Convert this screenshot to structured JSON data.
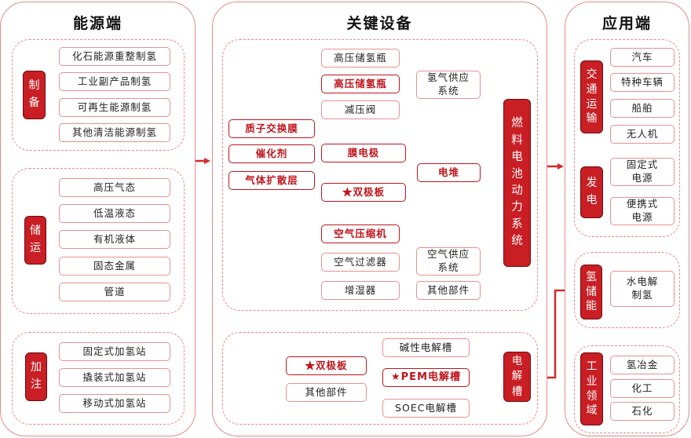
{
  "source_panel": {
    "title": "能源端",
    "production": {
      "tag": "制备",
      "items": [
        "化石能源重整制氢",
        "工业副产品制氢",
        "可再生能源制氢",
        "其他清洁能源制氢"
      ]
    },
    "storage": {
      "tag": "储运",
      "items": [
        "高压气态",
        "低温液态",
        "有机液体",
        "固态金属",
        "管道"
      ]
    },
    "refueling": {
      "tag": "加注",
      "items": [
        "固定式加氢站",
        "撬装式加氢站",
        "移动式加氢站"
      ]
    }
  },
  "equipment_panel": {
    "title": "关键设备",
    "fuel_cell": {
      "tag": "燃料电池动力系统",
      "hydrogen_supply": {
        "items": [
          "高压储氢瓶",
          "高压储氢瓶",
          "减压阀"
        ],
        "system": "氢气供应系统"
      },
      "mea_inputs": [
        "质子交换膜",
        "催化剂",
        "气体扩散层"
      ],
      "mea": "膜电极",
      "bipolar": "★双极板",
      "stack": "电堆",
      "air_supply": {
        "items": [
          "空气压缩机",
          "空气过滤器",
          "增湿器"
        ],
        "system": "空气供应系统"
      },
      "other": "其他部件"
    },
    "electrolyzer": {
      "tag": "电解槽",
      "inputs": [
        "★双极板",
        "其他部件"
      ],
      "types": [
        "碱性电解槽",
        "★PEM电解槽",
        "SOEC电解槽"
      ]
    }
  },
  "application_panel": {
    "title": "应用端",
    "transport": {
      "tag": "交通运输",
      "items": [
        "汽车",
        "特种车辆",
        "船舶",
        "无人机"
      ]
    },
    "power": {
      "tag": "发电",
      "items": [
        "固定式电源",
        "便携式电源"
      ]
    },
    "storage": {
      "tag": "氢储能",
      "items": [
        "水电解制氢"
      ]
    },
    "industry": {
      "tag": "工业领域",
      "items": [
        "氢冶金",
        "化工",
        "石化"
      ]
    }
  },
  "colors": {
    "accent": "#c81e24",
    "border": "#e89090",
    "line": "#e07070",
    "arrow": "#d42a2a"
  }
}
